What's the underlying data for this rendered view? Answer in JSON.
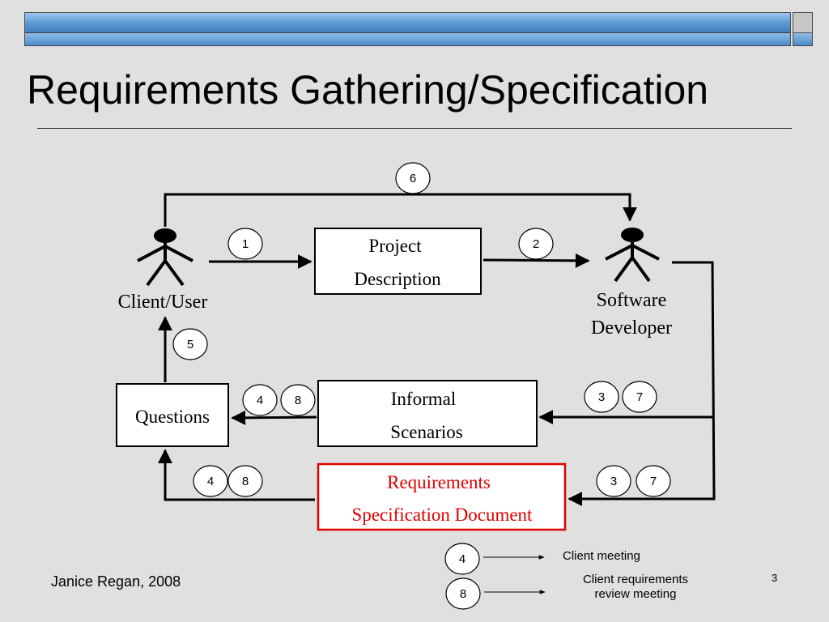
{
  "title": "Requirements Gathering/Specification",
  "actors": {
    "client_label": "Client/User",
    "developer_label_line1": "Software",
    "developer_label_line2": "Developer"
  },
  "boxes": {
    "project_line1": "Project",
    "project_line2": "Description",
    "questions": "Questions",
    "informal_line1": "Informal",
    "informal_line2": "Scenarios",
    "requirements_line1": "Requirements",
    "requirements_line2": "Specification Document"
  },
  "badges": {
    "b1": "1",
    "b2": "2",
    "b5": "5",
    "b6": "6",
    "informal_left_a": "4",
    "informal_left_b": "8",
    "informal_right_a": "3",
    "informal_right_b": "7",
    "req_left_a": "4",
    "req_left_b": "8",
    "req_right_a": "3",
    "req_right_b": "7"
  },
  "legend": {
    "item4_badge": "4",
    "item4_text": "Client meeting",
    "item8_badge": "8",
    "item8_text_line1": "Client requirements",
    "item8_text_line2": "review meeting"
  },
  "footer": {
    "author": "Janice Regan, 2008",
    "page": "3"
  },
  "colors": {
    "requirements_accent": "#e00000"
  }
}
